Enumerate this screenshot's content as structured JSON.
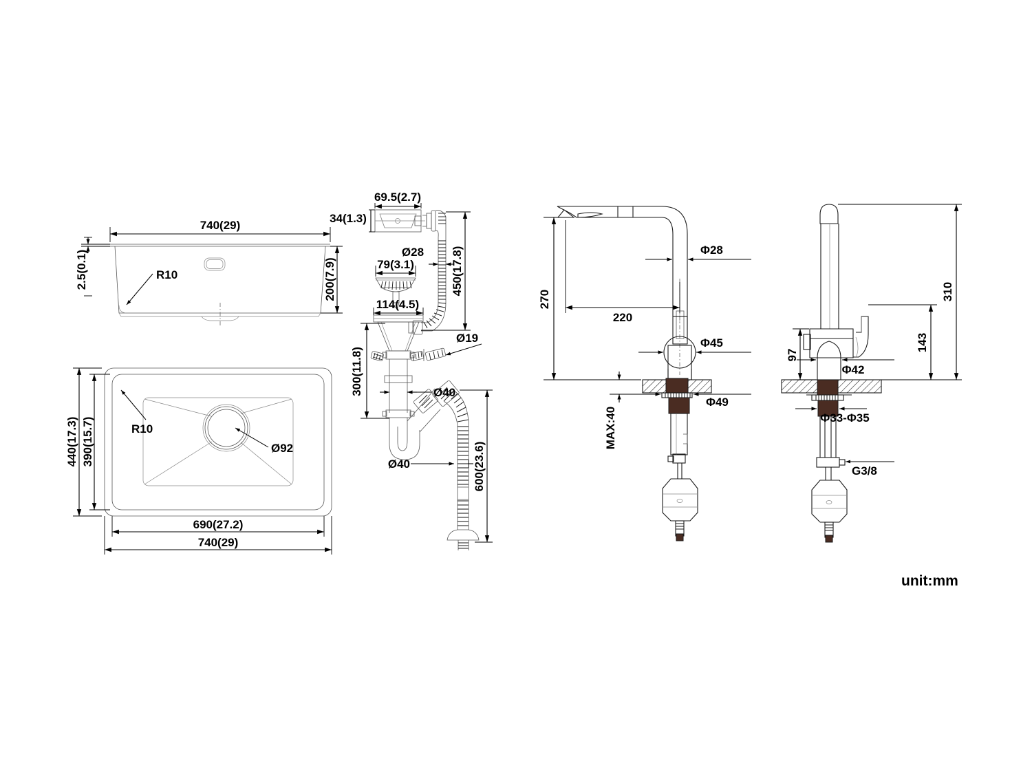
{
  "drawing": {
    "title": "Kitchen Sink and Faucet Technical Dimension Drawing",
    "unit_note": "unit:mm",
    "line_color": "#1a1a1a",
    "background": "#ffffff"
  },
  "sink_front_view": {
    "name": "sink-front-elevation",
    "dims": {
      "width_top": "740(29)",
      "rim_thickness": "2.5(0.1)",
      "depth": "200(7.9)",
      "corner_radius": "R10"
    }
  },
  "sink_top_view": {
    "name": "sink-top-plan",
    "dims": {
      "outer_depth": "440(17.3)",
      "inner_depth": "390(15.7)",
      "inner_width": "690(27.2)",
      "outer_width": "740(29)",
      "corner_radius": "R10",
      "drain_hole_dia": "Ø92"
    }
  },
  "drain_assembly": {
    "name": "drain-and-overflow-assembly",
    "dims": {
      "overflow_cover_width": "69.5(2.7)",
      "overflow_cover_height": "34(1.3)",
      "strainer_basket_dia": "79(3.1)",
      "flange_dia": "114(4.5)",
      "overflow_hose_dia": "Ø28",
      "overflow_hose_length": "450(17.8)",
      "tailpiece_height": "300(11.8)",
      "branch_inlet_dia": "Ø19",
      "trap_dia": "Ø40",
      "waste_hose_dia": "Ø40",
      "waste_hose_length": "600(23.6)"
    }
  },
  "faucet_side_view": {
    "name": "faucet-side-elevation",
    "dims": {
      "spout_height": "270",
      "spout_reach": "220",
      "spout_tube_dia": "Φ28",
      "body_dia": "Φ45",
      "escutcheon_dia": "Φ49",
      "max_counter_thickness": "MAX:40"
    }
  },
  "faucet_front_view": {
    "name": "faucet-front-elevation",
    "dims": {
      "total_height": "310",
      "handle_height": "143",
      "body_height": "97",
      "body_width": "Φ42",
      "mount_hole_dia": "Φ33-Φ35",
      "supply_thread": "G3/8"
    }
  }
}
